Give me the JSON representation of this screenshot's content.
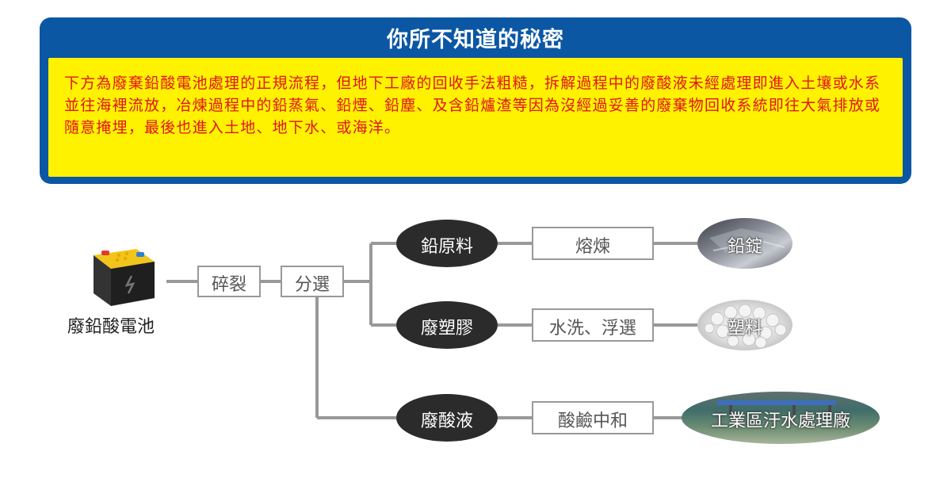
{
  "header": {
    "title": "你所不知道的秘密",
    "body": "下方為廢棄鉛酸電池處理的正規流程，但地下工廠的回收手法粗糙，拆解過程中的廢酸液未經處理即進入土壤或水系並往海裡流放，冶煉過程中的鉛蒸氣、鉛煙、鉛塵、及含鉛爐渣等因為沒經過妥善的廢棄物回收系統即往大氣排放或隨意掩埋，最後也進入土地、地下水、或海洋。"
  },
  "flow": {
    "source": "廢鉛酸電池",
    "step1": "碎裂",
    "step2": "分選",
    "branches": [
      {
        "material": "鉛原料",
        "process": "熔煉",
        "product": "鉛錠"
      },
      {
        "material": "廢塑膠",
        "process": "水洗、浮選",
        "product": "塑料"
      },
      {
        "material": "廢酸液",
        "process": "酸鹼中和",
        "product": "工業區汙水處理廠"
      }
    ]
  },
  "colors": {
    "panel_blue": "#0b57a4",
    "panel_yellow": "#fff200",
    "warning_text": "#e0141e",
    "connector": "#999999",
    "material_node": "#2b2b2b"
  }
}
